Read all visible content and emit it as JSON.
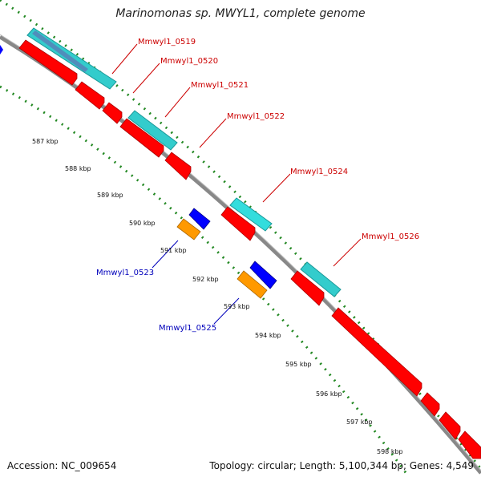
{
  "title": "Marinomonas sp. MWYL1, complete genome",
  "footer": {
    "accession": "Accession: NC_009654",
    "summary": "Topology: circular; Length: 5,100,344 bp; Genes: 4,549"
  },
  "ticks": [
    "587 kbp",
    "588 kbp",
    "589 kbp",
    "590 kbp",
    "591 kbp",
    "592 kbp",
    "593 kbp",
    "594 kbp",
    "595 kbp",
    "596 kbp",
    "597 kbp",
    "598 kbp"
  ],
  "gene_labels_plus": [
    "Mmwyl1_0519",
    "Mmwyl1_0520",
    "Mmwyl1_0521",
    "Mmwyl1_0522",
    "Mmwyl1_0524",
    "Mmwyl1_0526"
  ],
  "gene_labels_minus": [
    "Mmwyl1_0523",
    "Mmwyl1_0525"
  ],
  "colors": {
    "plus_label": "#cc0000",
    "minus_label": "#0000bb",
    "cds": "#ff0000",
    "gene_plus": "#33cccc",
    "cds_minus": "#0000ff",
    "gene_minus": "#ff9900",
    "backbone": "#888888",
    "tick": "#228822"
  }
}
